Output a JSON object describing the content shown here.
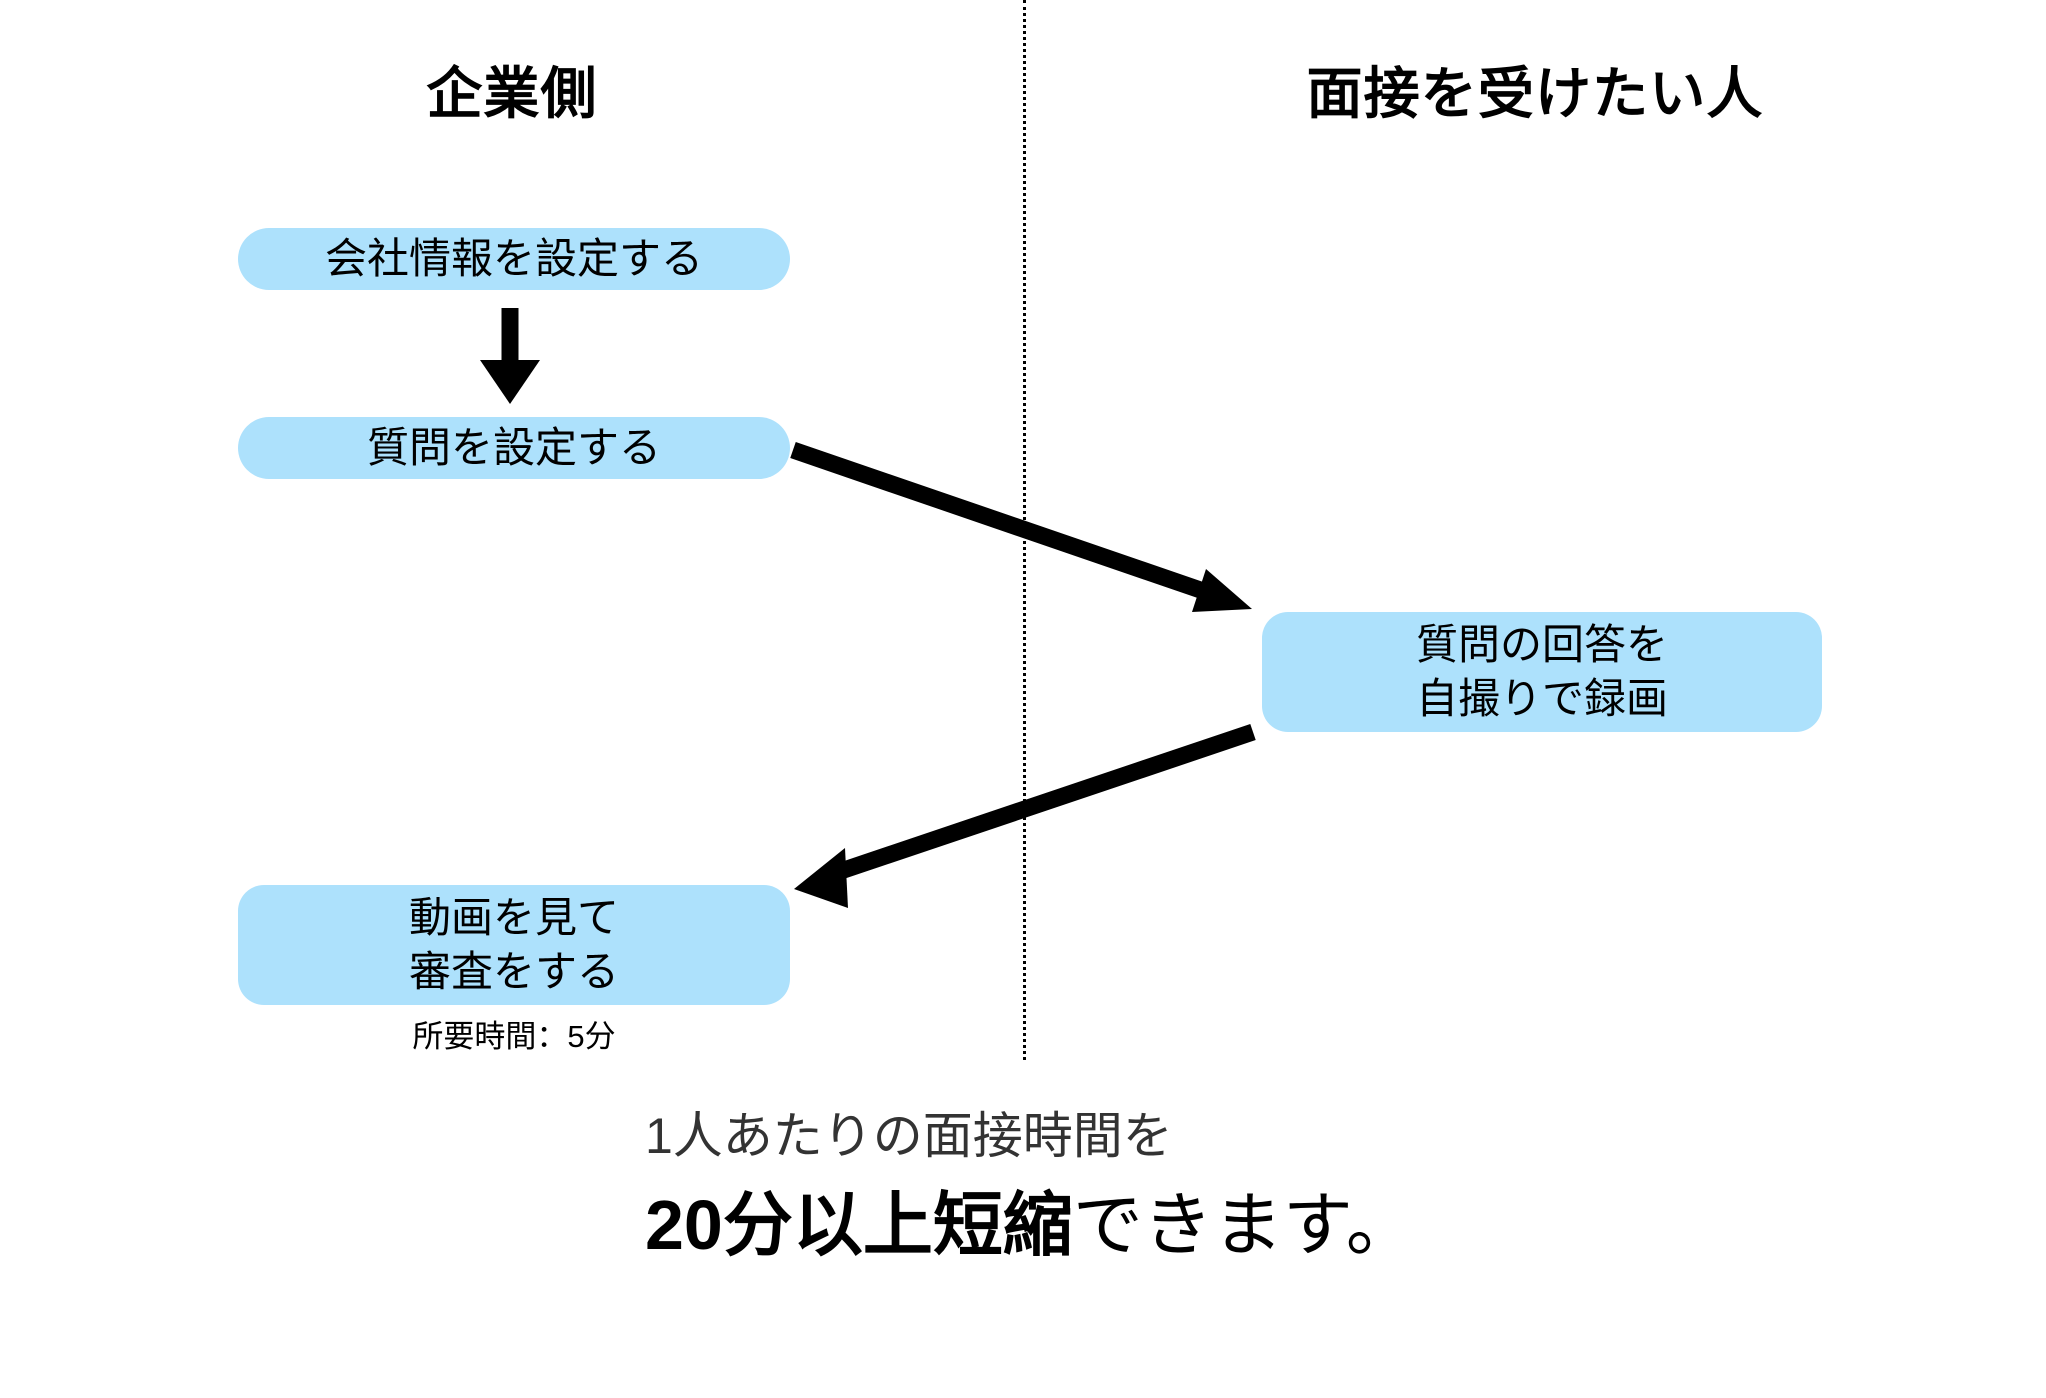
{
  "columns": {
    "left_label": "企業側",
    "right_label": "面接を受けたい人"
  },
  "divider": {
    "style": "dotted-vertical"
  },
  "boxes": {
    "company_info": {
      "line1": "会社情報を設定する"
    },
    "questions": {
      "line1": "質問を設定する"
    },
    "record": {
      "line1": "質問の回答を",
      "line2": "自撮りで録画"
    },
    "review": {
      "line1": "動画を見て",
      "line2": "審査をする",
      "caption": "所要時間：5分"
    }
  },
  "arrows": {
    "company_to_questions": "down-arrow",
    "questions_to_record": "diagonal-arrow-right-down",
    "record_to_review": "diagonal-arrow-left-down"
  },
  "summary": {
    "line1": "1人あたりの面接時間を",
    "emphasis": "20分以上短縮",
    "tail": "できます。"
  },
  "colors": {
    "box_fill": "#ADE1FC",
    "arrow": "#000000",
    "text": "#000000",
    "muted_text": "#333333",
    "background": "#FFFFFF"
  }
}
